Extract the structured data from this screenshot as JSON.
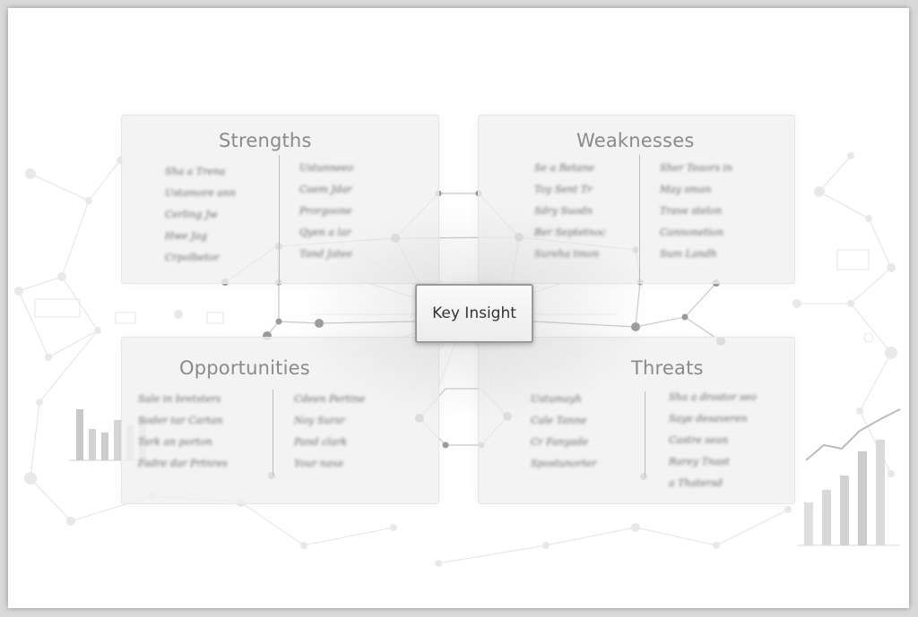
{
  "diagram": {
    "center": {
      "label": "Key Insight"
    },
    "quadrants": [
      {
        "id": "strengths",
        "title": "Strengths",
        "notes_left": [
          "Sha a Trena",
          "Ustamore ann",
          "Cerling Jw",
          "Hwe Jag",
          "Crpolbetor"
        ],
        "notes_right": [
          "Ustunneeo",
          "Caem Jdar",
          "Prorgoone",
          "Qyen a lar",
          "Tand Jatee"
        ]
      },
      {
        "id": "weaknesses",
        "title": "Weaknesses",
        "notes_left": [
          "Se a Retane",
          "Toy Sent Tr",
          "Sdry Suodn",
          "Ber Septetnoc",
          "Sureha tmon"
        ],
        "notes_right": [
          "Sher Teaors in",
          "May sman",
          "Trave stelon",
          "Cannonetion",
          "Sum Landh"
        ]
      },
      {
        "id": "opportunities",
        "title": "Opportunities",
        "notes_left": [
          "Sale in bretsters",
          "Soder tar Cartan",
          "Tark an porton",
          "Fadre dar Prtnres"
        ],
        "notes_right": [
          "Cdeen Pertine",
          "Noy Sursr",
          "Pand clark",
          "Your naxe"
        ]
      },
      {
        "id": "threats",
        "title": "Threats",
        "notes_left": [
          "Ustumayh",
          "Cale Tanne",
          "Cr Fanyade",
          "Spostunorter"
        ],
        "notes_right": [
          "Sha a drostor seo",
          "Saye desaveren",
          "Castre sean",
          "Rarey Tnast",
          "a Thatersd"
        ]
      }
    ],
    "colors": {
      "background": "#ffffff",
      "panel": "#f0f0f0",
      "title_text": "#8a8a8a",
      "node": "#9b9b9b",
      "line": "#c8c8c8",
      "center_border": "#9a9a9a"
    }
  }
}
